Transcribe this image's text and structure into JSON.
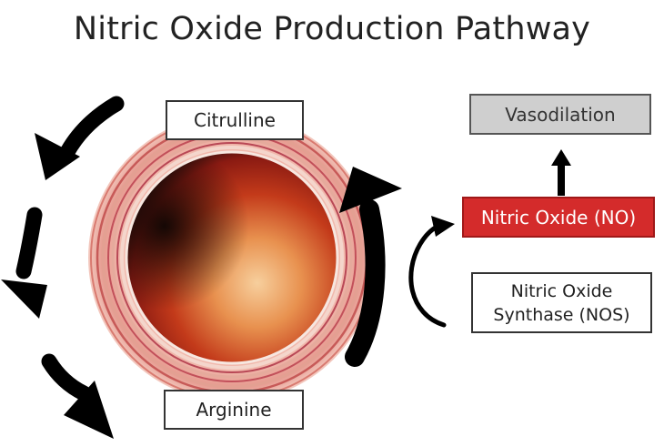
{
  "title": "Nitric Oxide Production Pathway",
  "nodes": {
    "citrulline": "Citrulline",
    "arginine": "Arginine",
    "vasodilation": "Vasodilation",
    "nitric_oxide": "Nitric Oxide (NO)",
    "nos_line1": "Nitric Oxide",
    "nos_line2": "Synthase (NOS)"
  },
  "colors": {
    "nitric_oxide_fill": "#d42b2b",
    "vasodilation_fill": "#cfcfcf",
    "arrow": "#000000"
  },
  "icons": {
    "vessel": "blood-vessel-cross-section-image",
    "arrows": [
      "curved-arrow",
      "down-arrow",
      "up-arrow"
    ]
  }
}
